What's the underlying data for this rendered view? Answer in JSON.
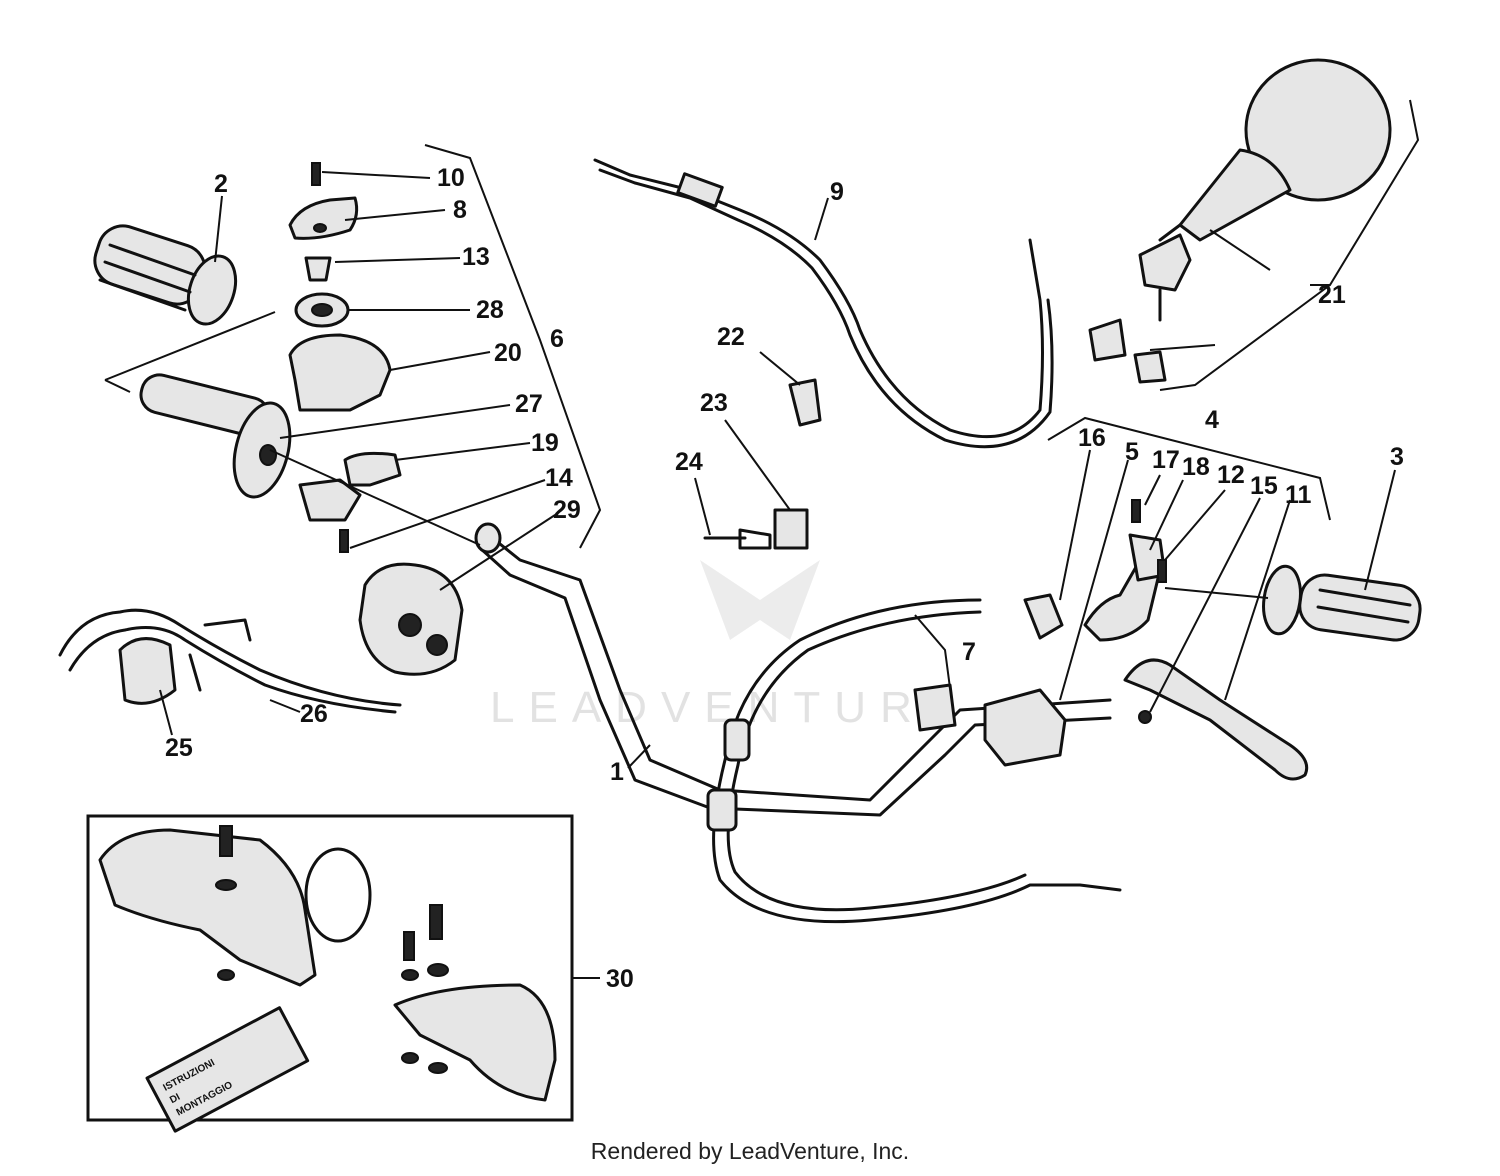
{
  "diagram": {
    "callouts": [
      "1",
      "2",
      "3",
      "4",
      "5",
      "6",
      "7",
      "8",
      "9",
      "10",
      "11",
      "12",
      "13",
      "14",
      "15",
      "16",
      "17",
      "18",
      "19",
      "20",
      "21",
      "22",
      "23",
      "24",
      "25",
      "26",
      "27",
      "28",
      "29",
      "30"
    ],
    "manual_text": [
      "ISTRUZIONI",
      "DI",
      "MONTAGGIO"
    ],
    "watermark": "LEADVENTURE"
  },
  "footer": {
    "text": "Rendered by LeadVenture, Inc."
  }
}
